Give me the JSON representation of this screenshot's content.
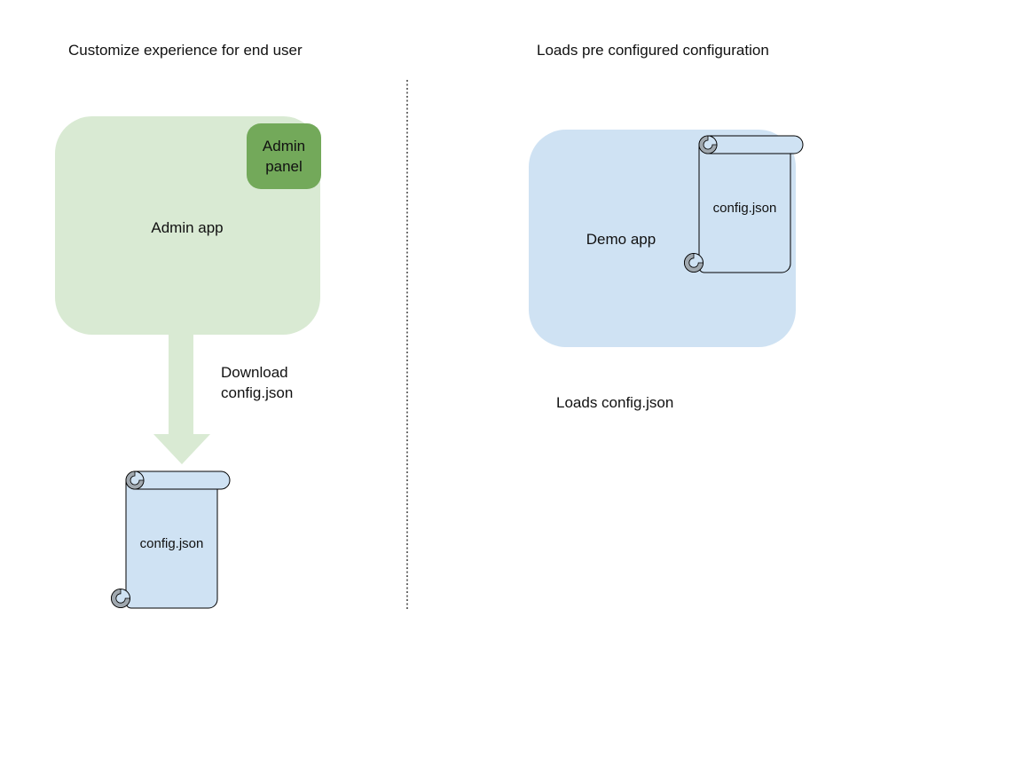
{
  "colors": {
    "admin_app_fill": "#d9ead3",
    "admin_panel_fill": "#73a95a",
    "demo_app_fill": "#cfe2f3",
    "scroll_fill": "#cfe2f3",
    "scroll_stroke": "#000000",
    "scroll_curl_fill": "#a0a8af",
    "arrow_fill": "#d9ead3",
    "divider_color": "#707070",
    "text_color": "#111111"
  },
  "left_panel": {
    "title": "Customize experience for end user",
    "admin_app": {
      "label": "Admin app"
    },
    "admin_panel": {
      "label": "Admin panel"
    },
    "download_arrow": {
      "label_line1": "Download",
      "label_line2": "config.json"
    },
    "config_scroll": {
      "label": "config.json"
    }
  },
  "right_panel": {
    "title": "Loads pre configured configuration",
    "demo_app": {
      "label": "Demo app"
    },
    "config_scroll": {
      "label": "config.json"
    },
    "caption": "Loads config.json"
  }
}
